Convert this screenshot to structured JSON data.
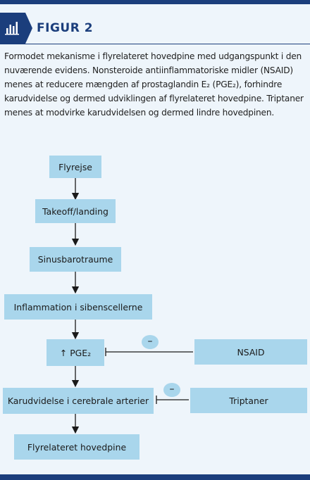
{
  "header": {
    "title": "FIGUR 2",
    "icon": "bar-chart-icon"
  },
  "caption": "Formodet mekanisme i flyrelateret hovedpine med udgangspunkt i den nuværende evidens. Nonsteroide antiinflammatoriske midler (NSAID) menes at reducere mængden af prostaglandin E₂ (PGE₂), forhindre karudvidelse og dermed udviklingen af flyrelateret hovedpine. Triptaner menes at modvirke karudvidelsen og dermed lindre hovedpinen.",
  "nodes": {
    "flyrejse": "Flyrejse",
    "takeoff": "Takeoff/landing",
    "sinus": "Sinusbarotraume",
    "inflammation": "Inflammation i sibenscellerne",
    "pge2": "↑ PGE₂",
    "karudvidelse": "Karudvidelse i cerebrale arterier",
    "hovedpine": "Flyrelateret hovedpine",
    "nsaid": "NSAID",
    "triptaner": "Triptaner"
  },
  "inhibition_symbol": "–",
  "colors": {
    "accent": "#1b3e7c",
    "node_fill": "#a9d6ec",
    "background": "#eef5fb"
  }
}
